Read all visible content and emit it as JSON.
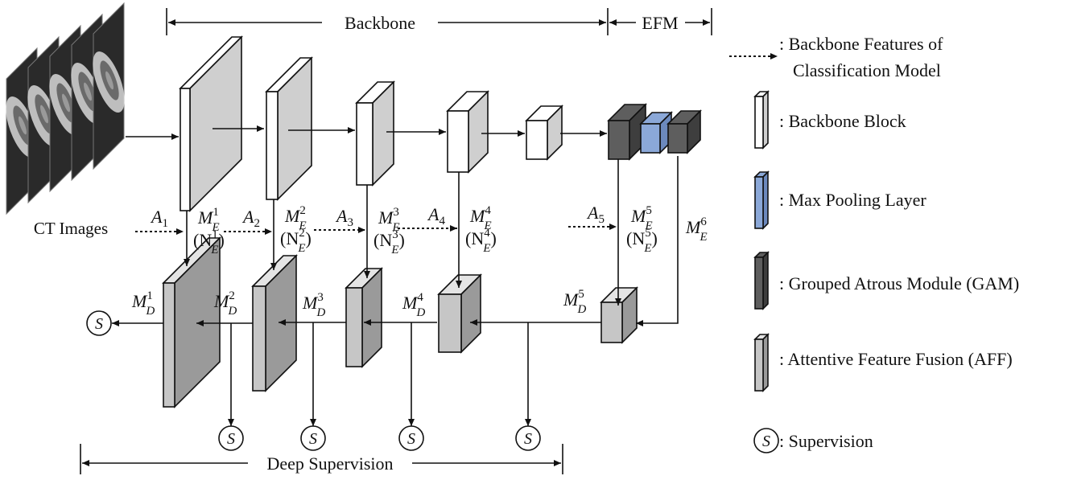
{
  "colors": {
    "backbone_front": "#ffffff",
    "backbone_side": "#cfcfcf",
    "backbone_top": "#ffffff",
    "maxpool_front": "#8ba8d8",
    "maxpool_side": "#6c89bd",
    "gam_front": "#5e5e5e",
    "gam_side": "#3e3e3e",
    "aff_front": "#c6c6c6",
    "aff_side": "#9a9a9a",
    "aff_top": "#e4e4e4",
    "ct_slice": "#2a2a2a",
    "stroke": "#111111"
  },
  "header": {
    "backbone": "Backbone",
    "efm": "EFM"
  },
  "ct_label": "CT Images",
  "encoder": {
    "A1": {
      "base": "A",
      "sub": "1"
    },
    "A2": {
      "base": "A",
      "sub": "2"
    },
    "A3": {
      "base": "A",
      "sub": "3"
    },
    "A4": {
      "base": "A",
      "sub": "4"
    },
    "A5": {
      "base": "A",
      "sub": "5"
    },
    "ME1": {
      "base": "M",
      "sub": "E",
      "sup": "1",
      "nbase": "(N",
      "nsub": "E",
      "nsup": "1",
      "close": ")"
    },
    "ME2": {
      "base": "M",
      "sub": "E",
      "sup": "2",
      "nbase": "(N",
      "nsub": "E",
      "nsup": "2",
      "close": ")"
    },
    "ME3": {
      "base": "M",
      "sub": "E",
      "sup": "3",
      "nbase": "(N",
      "nsub": "E",
      "nsup": "3",
      "close": ")"
    },
    "ME4": {
      "base": "M",
      "sub": "E",
      "sup": "4",
      "nbase": "(N",
      "nsub": "E",
      "nsup": "4",
      "close": ")"
    },
    "ME5": {
      "base": "M",
      "sub": "E",
      "sup": "5",
      "nbase": "(N",
      "nsub": "E",
      "nsup": "5",
      "close": ")"
    },
    "ME6": {
      "base": "M",
      "sub": "E",
      "sup": "6"
    }
  },
  "decoder": {
    "MD1": {
      "base": "M",
      "sub": "D",
      "sup": "1"
    },
    "MD2": {
      "base": "M",
      "sub": "D",
      "sup": "2"
    },
    "MD3": {
      "base": "M",
      "sub": "D",
      "sup": "3"
    },
    "MD4": {
      "base": "M",
      "sub": "D",
      "sup": "4"
    },
    "MD5": {
      "base": "M",
      "sub": "D",
      "sup": "5"
    }
  },
  "supervision_symbol": "S",
  "footer": {
    "deep_supervision": "Deep Supervision"
  },
  "legend": {
    "backbone_features_line1": ": Backbone Features of",
    "backbone_features_line2": "Classification Model",
    "backbone_block": ": Backbone Block",
    "max_pooling": ": Max Pooling Layer",
    "gam": ": Grouped Atrous Module (GAM)",
    "aff": ": Attentive Feature Fusion (AFF)",
    "supervision": ": Supervision"
  }
}
